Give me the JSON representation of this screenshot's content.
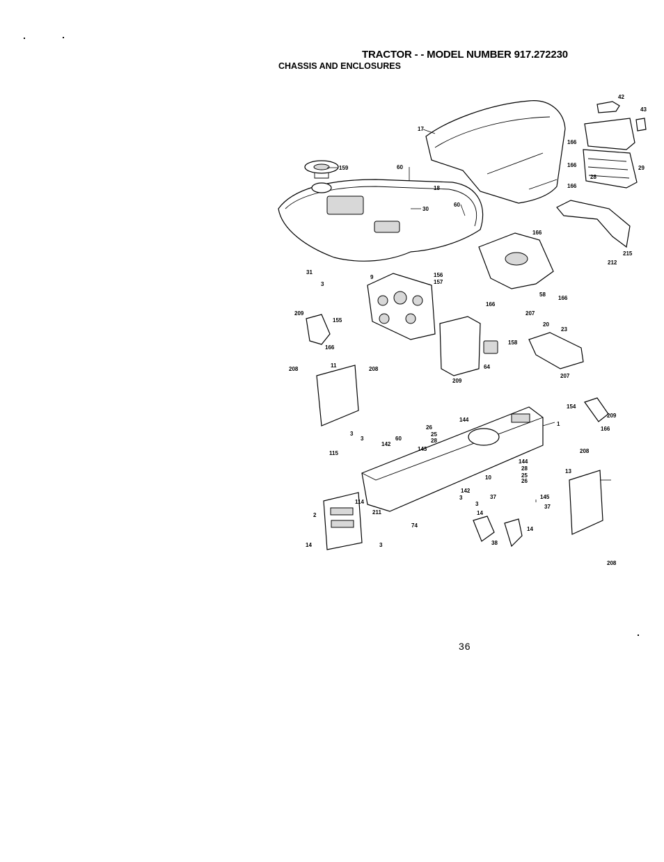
{
  "header": {
    "title": "TRACTOR - - MODEL NUMBER 917.272230",
    "subtitle": "CHASSIS AND ENCLOSURES"
  },
  "footer": {
    "page_number": "36"
  },
  "diagram": {
    "callouts": [
      "42",
      "43",
      "17",
      "166",
      "166",
      "29",
      "166",
      "28",
      "159",
      "60",
      "18",
      "60",
      "30",
      "166",
      "212",
      "215",
      "31",
      "3",
      "156",
      "157",
      "9",
      "166",
      "58",
      "166",
      "207",
      "20",
      "23",
      "209",
      "155",
      "166",
      "158",
      "64",
      "209",
      "207",
      "208",
      "11",
      "208",
      "154",
      "209",
      "166",
      "144",
      "26",
      "25",
      "28",
      "1",
      "3",
      "3",
      "142",
      "60",
      "115",
      "143",
      "208",
      "144",
      "28",
      "10",
      "25",
      "26",
      "142",
      "13",
      "37",
      "145",
      "37",
      "114",
      "211",
      "3",
      "3",
      "14",
      "2",
      "74",
      "14",
      "38",
      "14",
      "3",
      "208"
    ]
  }
}
